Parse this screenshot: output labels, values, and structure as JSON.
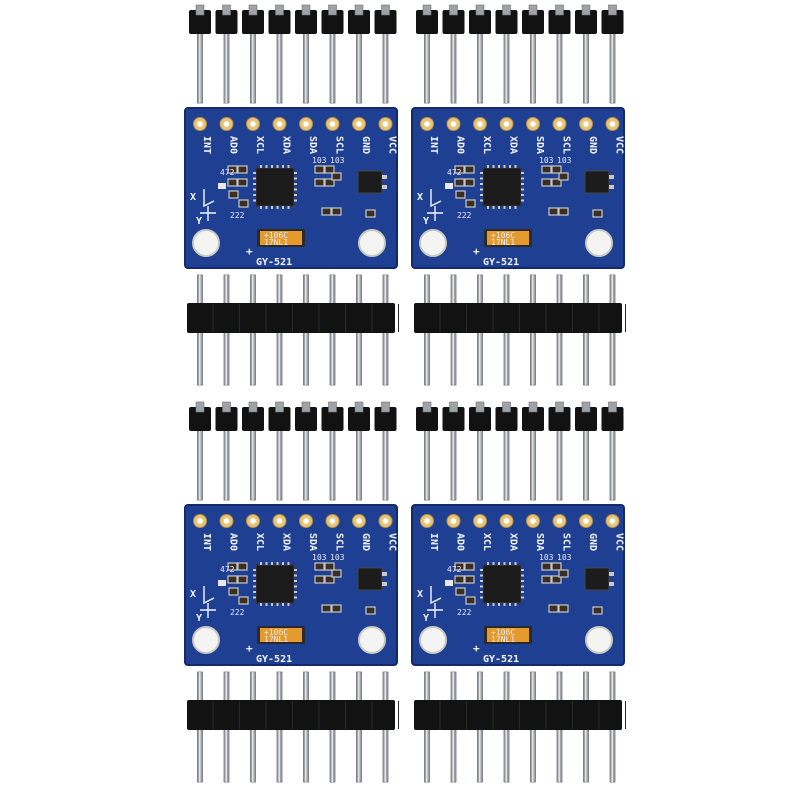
{
  "image": {
    "description_for_alt": "",
    "colors": {
      "pcb": "#1f3f92",
      "pcb_dark": "#13296a",
      "gold": "#e7c57a",
      "pin": "#9ea3a8",
      "header_plastic": "#121212",
      "tantalum": "#e49a2d"
    }
  },
  "modules": [
    {
      "board_label": "GY-521",
      "pins": [
        "INT",
        "AD0",
        "XCL",
        "XDA",
        "SDA",
        "SCL",
        "GND",
        "VCC"
      ],
      "axis_labels": [
        "X",
        "Y"
      ],
      "capacitor_text": [
        "+106C",
        "17NL1"
      ],
      "parts": [
        "472",
        "103",
        "103",
        "222"
      ]
    },
    {
      "board_label": "GY-521",
      "pins": [
        "INT",
        "AD0",
        "XCL",
        "XDA",
        "SDA",
        "SCL",
        "GND",
        "VCC"
      ],
      "axis_labels": [
        "X",
        "Y"
      ],
      "capacitor_text": [
        "+106C",
        "17NL1"
      ],
      "parts": [
        "472",
        "103",
        "103",
        "222"
      ]
    },
    {
      "board_label": "GY-521",
      "pins": [
        "INT",
        "AD0",
        "XCL",
        "XDA",
        "SDA",
        "SCL",
        "GND",
        "VCC"
      ],
      "axis_labels": [
        "X",
        "Y"
      ],
      "capacitor_text": [
        "+106C",
        "17NL1"
      ],
      "parts": [
        "472",
        "103",
        "103",
        "222"
      ]
    },
    {
      "board_label": "GY-521",
      "pins": [
        "INT",
        "AD0",
        "XCL",
        "XDA",
        "SDA",
        "SCL",
        "GND",
        "VCC"
      ],
      "axis_labels": [
        "X",
        "Y"
      ],
      "capacitor_text": [
        "+106C",
        "17NL1"
      ],
      "parts": [
        "472",
        "103",
        "103",
        "222"
      ]
    }
  ]
}
